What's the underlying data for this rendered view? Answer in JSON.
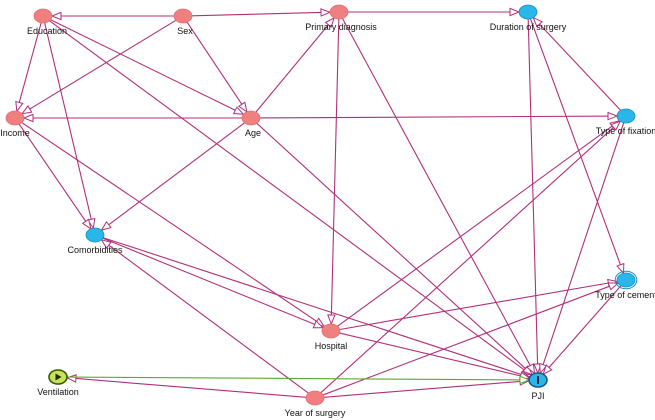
{
  "diagram": {
    "nodes": [
      {
        "id": "education",
        "label": "Education",
        "kind": "ancestor",
        "label_pos": "below"
      },
      {
        "id": "sex",
        "label": "Sex",
        "kind": "ancestor",
        "label_pos": "below"
      },
      {
        "id": "primary_diagnosis",
        "label": "Primary diagnosis",
        "kind": "ancestor",
        "label_pos": "below"
      },
      {
        "id": "duration_of_surgery",
        "label": "Duration of surgery",
        "kind": "mediator",
        "label_pos": "below"
      },
      {
        "id": "income",
        "label": "Income",
        "kind": "ancestor",
        "label_pos": "below"
      },
      {
        "id": "age",
        "label": "Age",
        "kind": "ancestor",
        "label_pos": "below"
      },
      {
        "id": "type_of_fixation",
        "label": "Type of fixation",
        "kind": "mediator",
        "label_pos": "below"
      },
      {
        "id": "comorbidities",
        "label": "Comorbidities",
        "kind": "mediator",
        "label_pos": "below"
      },
      {
        "id": "type_of_cement",
        "label": "Type of cement",
        "kind": "mediator",
        "label_pos": "below"
      },
      {
        "id": "hospital",
        "label": "Hospital",
        "kind": "ancestor",
        "label_pos": "below"
      },
      {
        "id": "ventilation",
        "label": "Ventilation",
        "kind": "exposure",
        "label_pos": "below"
      },
      {
        "id": "year_of_surgery",
        "label": "Year of surgery",
        "kind": "ancestor",
        "label_pos": "below"
      },
      {
        "id": "pji",
        "label": "PJI",
        "kind": "outcome",
        "label_pos": "below"
      }
    ],
    "edges": [
      {
        "from": "sex",
        "to": "education",
        "kind": "biasing"
      },
      {
        "from": "sex",
        "to": "primary_diagnosis",
        "kind": "biasing"
      },
      {
        "from": "primary_diagnosis",
        "to": "duration_of_surgery",
        "kind": "biasing"
      },
      {
        "from": "sex",
        "to": "income",
        "kind": "biasing"
      },
      {
        "from": "sex",
        "to": "age",
        "kind": "biasing"
      },
      {
        "from": "education",
        "to": "income",
        "kind": "biasing"
      },
      {
        "from": "education",
        "to": "comorbidities",
        "kind": "biasing"
      },
      {
        "from": "education",
        "to": "age",
        "kind": "biasing"
      },
      {
        "from": "education",
        "to": "pji",
        "kind": "biasing"
      },
      {
        "from": "age",
        "to": "income",
        "kind": "biasing"
      },
      {
        "from": "age",
        "to": "type_of_fixation",
        "kind": "biasing"
      },
      {
        "from": "age",
        "to": "primary_diagnosis",
        "kind": "biasing"
      },
      {
        "from": "age",
        "to": "comorbidities",
        "kind": "biasing"
      },
      {
        "from": "age",
        "to": "pji",
        "kind": "biasing"
      },
      {
        "from": "income",
        "to": "comorbidities",
        "kind": "biasing"
      },
      {
        "from": "income",
        "to": "hospital",
        "kind": "biasing"
      },
      {
        "from": "primary_diagnosis",
        "to": "hospital",
        "kind": "biasing"
      },
      {
        "from": "primary_diagnosis",
        "to": "pji",
        "kind": "biasing"
      },
      {
        "from": "duration_of_surgery",
        "to": "pji",
        "kind": "biasing"
      },
      {
        "from": "duration_of_surgery",
        "to": "type_of_cement",
        "kind": "biasing"
      },
      {
        "from": "type_of_fixation",
        "to": "duration_of_surgery",
        "kind": "biasing"
      },
      {
        "from": "type_of_fixation",
        "to": "pji",
        "kind": "biasing"
      },
      {
        "from": "comorbidities",
        "to": "hospital",
        "kind": "biasing"
      },
      {
        "from": "comorbidities",
        "to": "pji",
        "kind": "biasing"
      },
      {
        "from": "hospital",
        "to": "type_of_fixation",
        "kind": "biasing"
      },
      {
        "from": "hospital",
        "to": "type_of_cement",
        "kind": "biasing"
      },
      {
        "from": "hospital",
        "to": "pji",
        "kind": "biasing"
      },
      {
        "from": "type_of_cement",
        "to": "pji",
        "kind": "biasing"
      },
      {
        "from": "year_of_surgery",
        "to": "type_of_fixation",
        "kind": "biasing"
      },
      {
        "from": "year_of_surgery",
        "to": "type_of_cement",
        "kind": "biasing"
      },
      {
        "from": "year_of_surgery",
        "to": "ventilation",
        "kind": "biasing"
      },
      {
        "from": "year_of_surgery",
        "to": "comorbidities",
        "kind": "biasing"
      },
      {
        "from": "year_of_surgery",
        "to": "pji",
        "kind": "biasing"
      },
      {
        "from": "ventilation",
        "to": "pji",
        "kind": "causal"
      }
    ]
  },
  "colors": {
    "ancestor_fill": "#f08080",
    "ancestor_stroke": "#e07070",
    "mediator_fill": "#29b6e8",
    "mediator_stroke": "#1a8fc0",
    "exposure_fill": "#c8e35a",
    "exposure_stroke": "#3a5a00",
    "outcome_fill": "#29b6e8",
    "outcome_stroke": "#1a5a8a",
    "biasing_edge": "#b0307a",
    "causal_edge": "#5fa832"
  },
  "icons": {
    "exposure": "play-triangle-icon",
    "outcome": "bar-icon"
  }
}
